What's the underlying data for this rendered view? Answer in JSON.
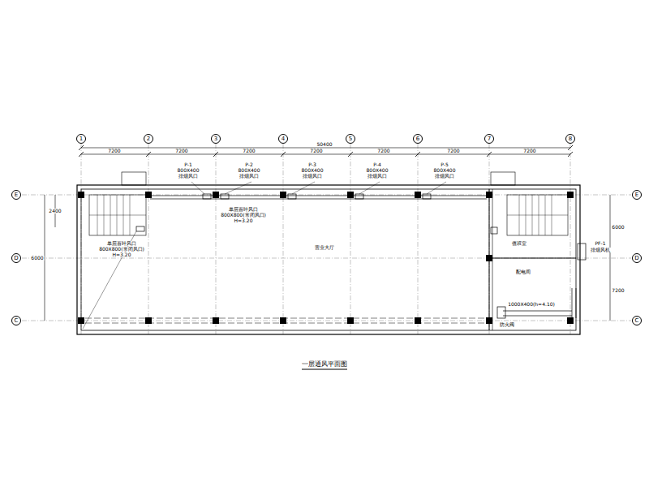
{
  "diagram": {
    "title": "一层通风平面图",
    "nodes": [
      {
        "text": [
          "1"
        ]
      },
      {
        "text": [
          "2"
        ]
      },
      {
        "text": [
          "3"
        ]
      },
      {
        "text": [
          "4"
        ]
      },
      {
        "text": [
          "5"
        ]
      },
      {
        "text": [
          "6"
        ]
      },
      {
        "text": [
          "7"
        ]
      },
      {
        "text": [
          "8"
        ]
      },
      {
        "text": [
          "E"
        ]
      },
      {
        "text": [
          "D"
        ]
      },
      {
        "text": [
          "C"
        ]
      },
      {
        "text": [
          "E"
        ]
      },
      {
        "text": [
          "D"
        ]
      },
      {
        "text": [
          "C"
        ]
      }
    ],
    "labels": [
      "50400",
      "7200",
      "7200",
      "7200",
      "7200",
      "7200",
      "7200",
      "7200",
      "2400",
      "6000",
      "6000",
      "7200",
      "P-1",
      "800X400",
      "排烟风口",
      "P-2",
      "800X400",
      "排烟风口",
      "P-3",
      "800X400",
      "排烟风口",
      "P-4",
      "800X400",
      "排烟风口",
      "P-5",
      "800X400",
      "排烟风口",
      "单层百叶风口",
      "800X800(常闭风口)",
      "H=3.20",
      "单层百叶风口",
      "800X800(常闭风口)",
      "H=3.20",
      "营业大厅",
      "值班室",
      "配电间",
      "PF-1",
      "排烟风机",
      "1000X400(h=4.10)",
      "防火阀"
    ]
  }
}
